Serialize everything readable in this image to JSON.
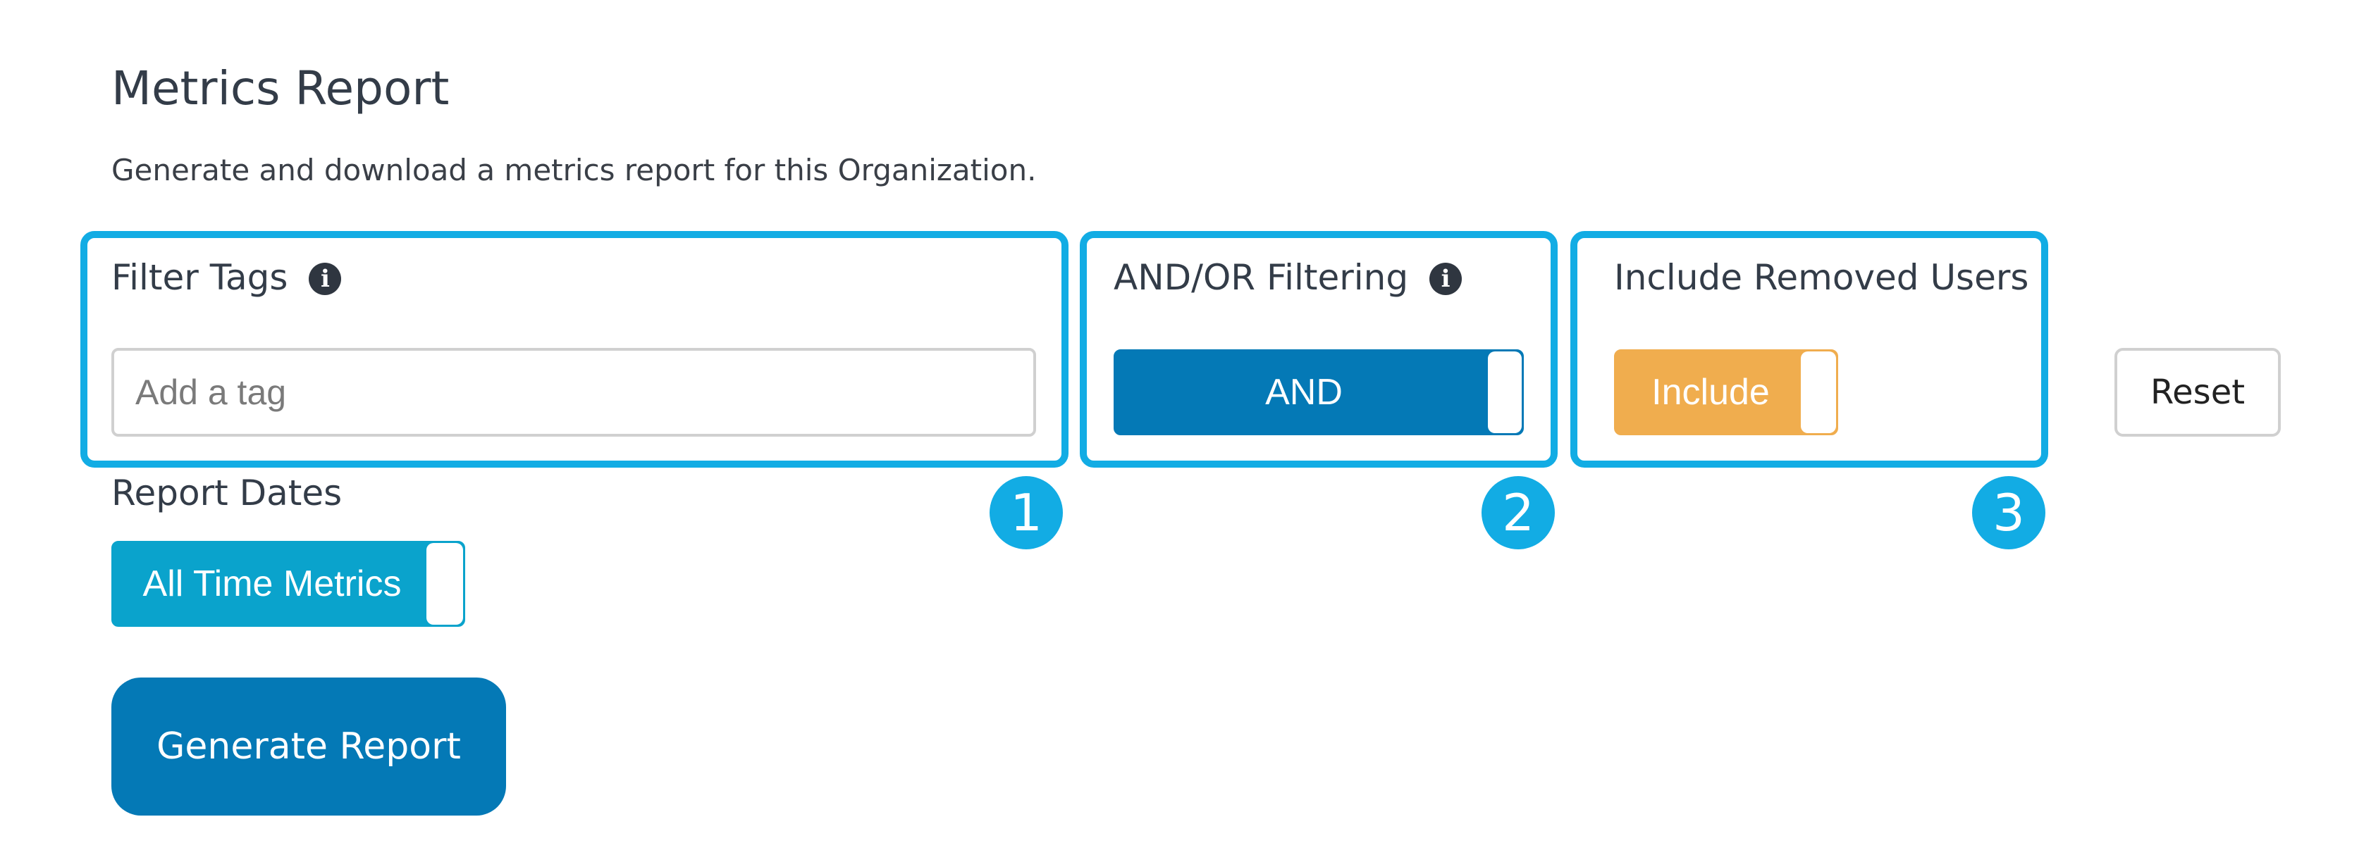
{
  "page": {
    "title": "Metrics Report",
    "description": "Generate and download a metrics report for this Organization."
  },
  "filter_tags": {
    "label": "Filter Tags",
    "info_icon": "info-icon",
    "placeholder": "Add a tag",
    "value": "",
    "callout_number": "1"
  },
  "and_or_filtering": {
    "label": "AND/OR Filtering",
    "info_icon": "info-icon",
    "toggle_label": "AND",
    "toggle_color": "#0479b6",
    "callout_number": "2"
  },
  "include_removed_users": {
    "label": "Include Removed Users",
    "toggle_label": "Include",
    "toggle_color": "#f0ad4e",
    "callout_number": "3"
  },
  "reset": {
    "label": "Reset"
  },
  "report_dates": {
    "label": "Report Dates",
    "toggle_label": "All Time Metrics",
    "toggle_color": "#0aa3cc"
  },
  "generate": {
    "label": "Generate Report"
  },
  "colors": {
    "highlight": "#12ace4",
    "text": "#333c48"
  }
}
